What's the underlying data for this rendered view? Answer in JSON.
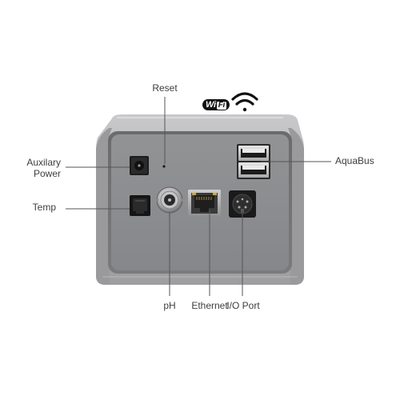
{
  "labels": {
    "reset": "Reset",
    "auxiliary_power_line1": "Auxilary",
    "auxiliary_power_line2": "Power",
    "temp": "Temp",
    "aquabus": "AquaBus",
    "ph": "pH",
    "ethernet": "Ethernet",
    "io_port": "I/O Port"
  },
  "wifi_logo": {
    "text_wi": "Wi",
    "text_fi": "Fi"
  },
  "icons": {
    "wifi_signal": "wifi-signal-icon"
  },
  "colors": {
    "background": "#ffffff",
    "housing_outer": "#a8a8aa",
    "panel_face": "#8c8d8f",
    "label_text": "#3e3e3e",
    "leader_line": "#555555"
  }
}
